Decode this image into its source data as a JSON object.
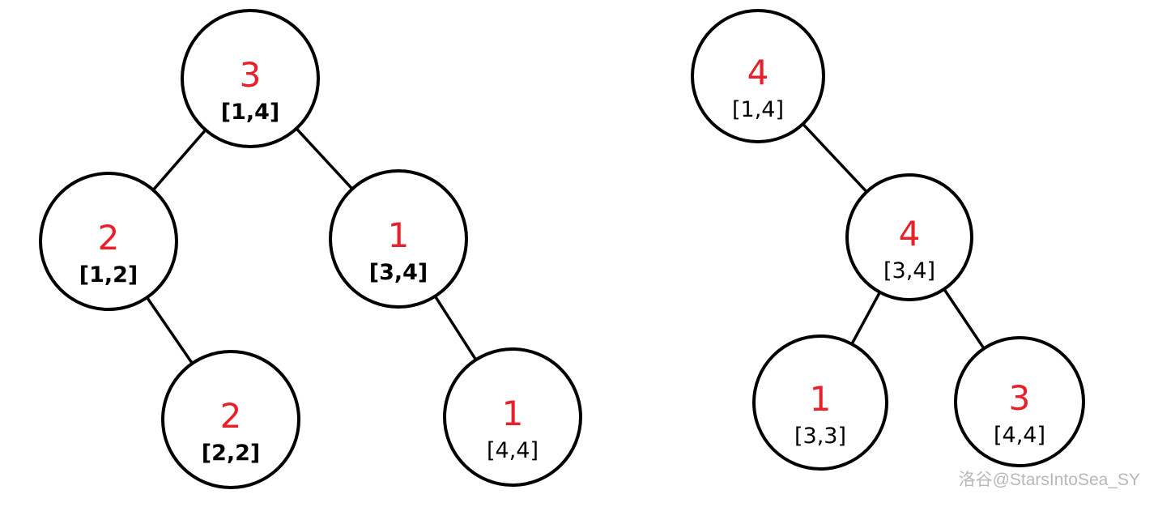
{
  "colors": {
    "value": "#e8202a",
    "range": "#000000",
    "line": "#000000",
    "watermark": "#b8b8b8"
  },
  "trees": [
    {
      "name": "left-tree",
      "nodes": [
        {
          "id": "L1",
          "value": "3",
          "range": "[1,4]",
          "bold": true
        },
        {
          "id": "L2",
          "value": "2",
          "range": "[1,2]",
          "bold": true
        },
        {
          "id": "L3",
          "value": "1",
          "range": "[3,4]",
          "bold": true
        },
        {
          "id": "L4",
          "value": "2",
          "range": "[2,2]",
          "bold": true
        },
        {
          "id": "L5",
          "value": "1",
          "range": "[4,4]",
          "bold": false
        }
      ],
      "edges": [
        [
          "L1",
          "L2"
        ],
        [
          "L1",
          "L3"
        ],
        [
          "L2",
          "L4"
        ],
        [
          "L3",
          "L5"
        ]
      ]
    },
    {
      "name": "right-tree",
      "nodes": [
        {
          "id": "R1",
          "value": "4",
          "range": "[1,4]",
          "bold": false
        },
        {
          "id": "R2",
          "value": "4",
          "range": "[3,4]",
          "bold": false
        },
        {
          "id": "R3",
          "value": "1",
          "range": "[3,3]",
          "bold": false
        },
        {
          "id": "R4",
          "value": "3",
          "range": "[4,4]",
          "bold": false
        }
      ],
      "edges": [
        [
          "R1",
          "R2"
        ],
        [
          "R2",
          "R3"
        ],
        [
          "R2",
          "R4"
        ]
      ]
    }
  ],
  "watermark": "洛谷@StarsIntoSea_SY"
}
